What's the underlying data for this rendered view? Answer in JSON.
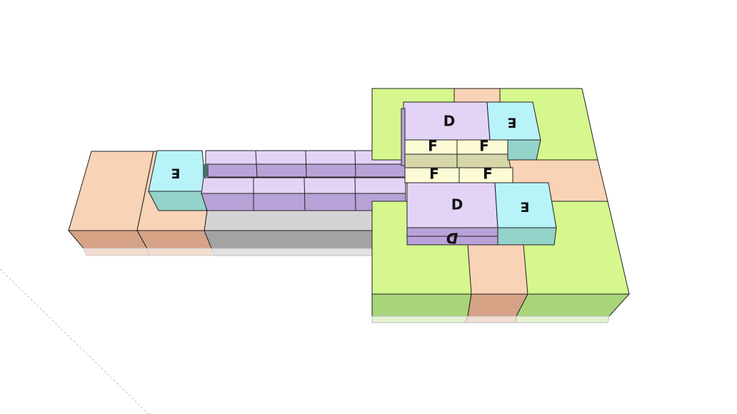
{
  "model": {
    "labels": {
      "d_upper": "D",
      "d_lower": "D",
      "d_italic": "D",
      "e_upper_right": "E",
      "e_lower_right": "E",
      "e_left": "E",
      "f_1": "F",
      "f_2": "F",
      "f_3": "F",
      "f_4": "F"
    },
    "colors": {
      "orange_top": "#f9d3b5",
      "orange_side": "#d6a387",
      "green_top": "#d5f78e",
      "green_side": "#a9d579",
      "purple_top": "#e3d4f7",
      "purple_side": "#b8a2d8",
      "cyan_top": "#b7f3f8",
      "cyan_side": "#93d3c9",
      "gray_top": "#d4d4d4",
      "gray_side": "#a3a3a3",
      "yellow_top": "#fdfbd5",
      "yellow_side": "#d6d6a8",
      "edge": "#222222",
      "axis_dash": "#bfbfbf"
    }
  }
}
